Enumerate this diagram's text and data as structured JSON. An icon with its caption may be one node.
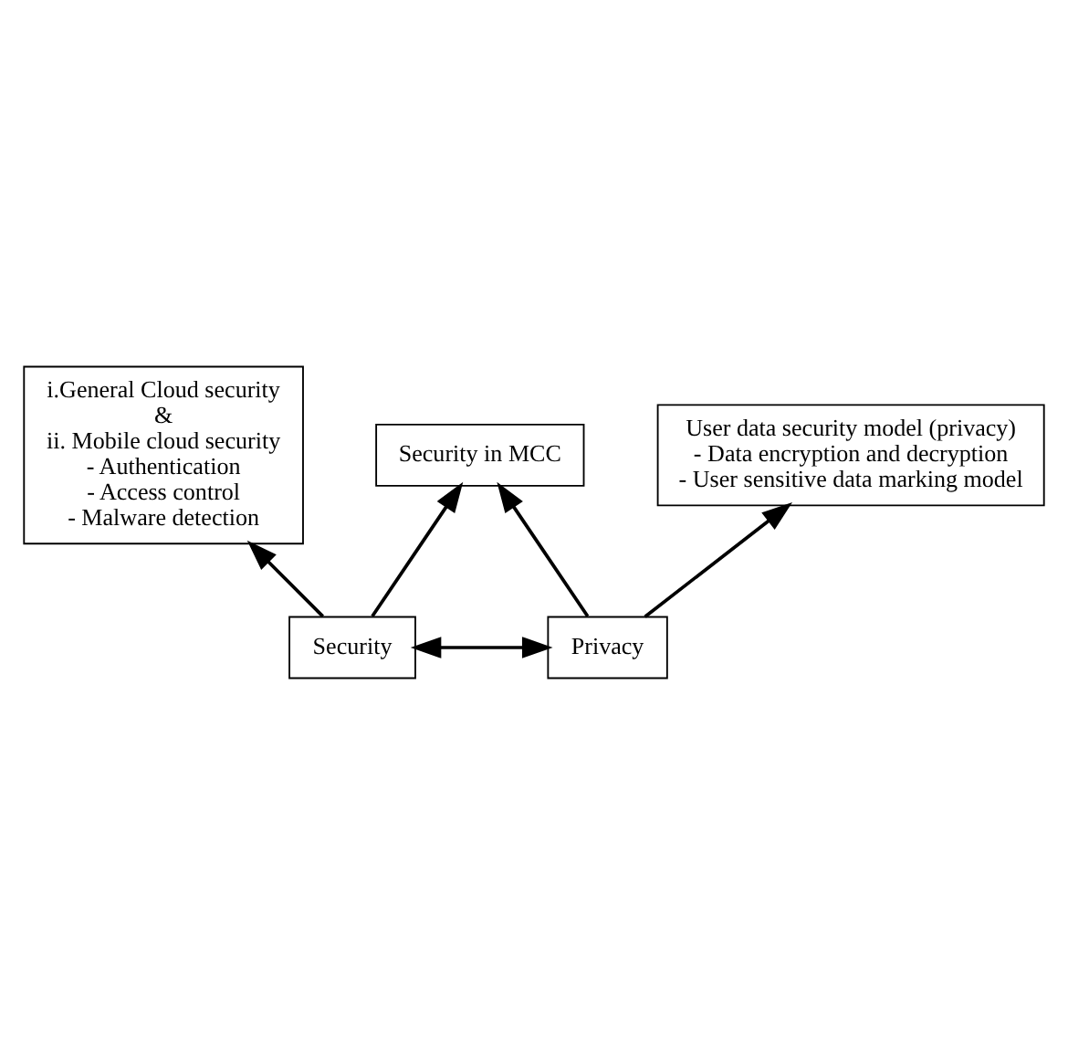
{
  "diagram": {
    "nodes": [
      {
        "text": [
          "Security in MCC"
        ]
      },
      {
        "text": [
          "Security"
        ]
      },
      {
        "text": [
          "Privacy"
        ]
      },
      {
        "text": [
          "i.General Cloud security",
          "&",
          "ii. Mobile cloud security",
          "- Authentication",
          "- Access control",
          "- Malware detection"
        ]
      },
      {
        "text": [
          "User data security model (privacy)",
          "- Data encryption and decryption",
          "- User sensitive data marking model"
        ]
      }
    ],
    "edges": [
      {
        "from": 1,
        "to": 2,
        "arrow": "both"
      },
      {
        "from": 1,
        "to": 0,
        "arrow": "to"
      },
      {
        "from": 2,
        "to": 0,
        "arrow": "to"
      },
      {
        "from": 1,
        "to": 3,
        "arrow": "to"
      },
      {
        "from": 2,
        "to": 4,
        "arrow": "to"
      }
    ]
  }
}
